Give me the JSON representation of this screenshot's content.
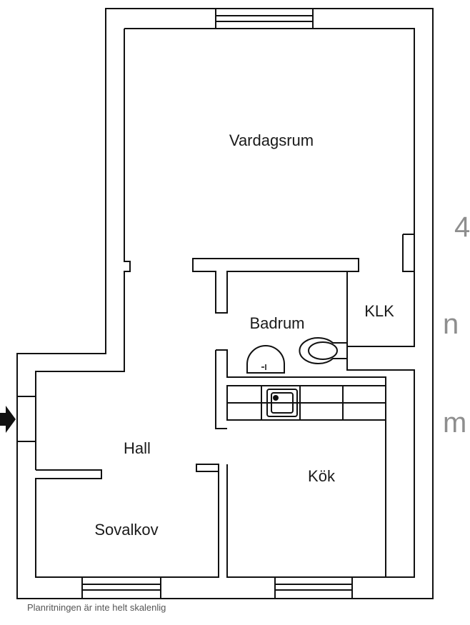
{
  "rooms": {
    "vardagsrum": "Vardagsrum",
    "badrum": "Badrum",
    "klk": "KLK",
    "hall": "Hall",
    "kok": "Kök",
    "sovalkov": "Sovalkov"
  },
  "side_text": {
    "top": "4",
    "middle": "n",
    "bottom": "m"
  },
  "footnote": "Planritningen är inte helt skalenlig",
  "icons": {
    "entrance": "entrance-arrow-icon",
    "sink": "sink-icon",
    "washbasin": "washbasin-icon",
    "toilet": "toilet-icon"
  },
  "colors": {
    "wall": "#111111",
    "label": "#1a1a1a",
    "footnote": "#555555",
    "side_text": "#8e8e8e"
  }
}
